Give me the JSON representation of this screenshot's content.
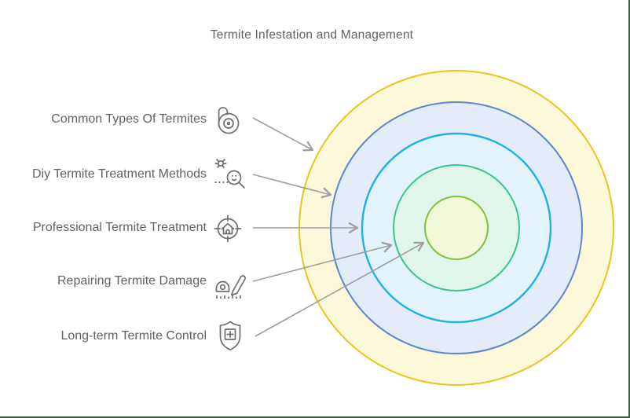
{
  "title": "Termite Infestation and Management",
  "theme": {
    "background": "#ffffff",
    "frame_border_color": "#3f5e48",
    "text_color": "#5f6368",
    "icon_color": "#6b6f73",
    "arrow_color": "#9e9e9e"
  },
  "items": [
    {
      "label": "Common Types Of Termites",
      "icon": "termite-icon"
    },
    {
      "label": "Diy Termite Treatment Methods",
      "icon": "pest-inspection-icon"
    },
    {
      "label": "Professional Termite Treatment",
      "icon": "target-home-icon"
    },
    {
      "label": "Repairing Termite Damage",
      "icon": "repair-tools-icon"
    },
    {
      "label": "Long-term Termite Control",
      "icon": "shield-plus-icon"
    }
  ],
  "rings": [
    {
      "level": 1,
      "stroke": "#e9c51f",
      "fill": "#fcf8d9"
    },
    {
      "level": 2,
      "stroke": "#5c87cd",
      "fill": "#e4ecf9"
    },
    {
      "level": 3,
      "stroke": "#1fb0e6",
      "fill": "#e3f3fb"
    },
    {
      "level": 4,
      "stroke": "#3cc490",
      "fill": "#e1f6ea"
    },
    {
      "level": 5,
      "stroke": "#7fc13e",
      "fill": "#f2f9d9"
    }
  ]
}
